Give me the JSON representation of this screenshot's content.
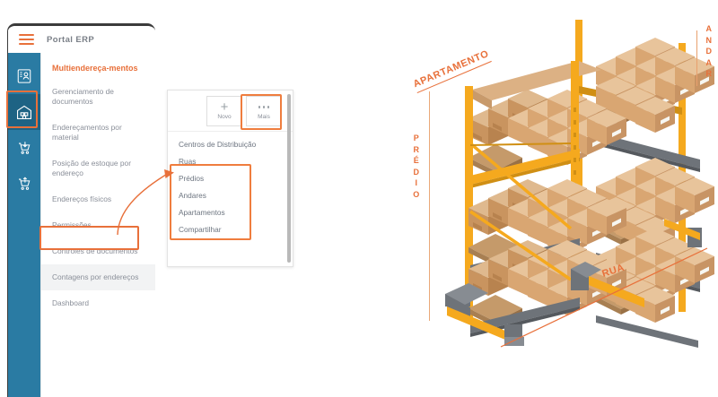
{
  "app": {
    "title": "Portal ERP",
    "menu_icon": "hamburger-icon",
    "rail": [
      {
        "icon": "document-person-icon",
        "name": "document-management",
        "active": false
      },
      {
        "icon": "warehouse-icon",
        "name": "warehouse",
        "active": true
      },
      {
        "icon": "cart-download-icon",
        "name": "inbound",
        "active": false
      },
      {
        "icon": "cart-upload-icon",
        "name": "outbound",
        "active": false
      }
    ],
    "sidebar": {
      "heading": "Multiendereça-mentos",
      "items": [
        {
          "label": "Gerenciamento de documentos",
          "state": "normal"
        },
        {
          "label": "Endereçamentos por material",
          "state": "normal"
        },
        {
          "label": "Posição de estoque por endereço",
          "state": "normal"
        },
        {
          "label": "Endereços físicos",
          "state": "highlighted"
        },
        {
          "label": "Permissões",
          "state": "normal"
        },
        {
          "label": "Controles de documentos",
          "state": "normal"
        },
        {
          "label": "Contagens por endereços",
          "state": "hovered"
        },
        {
          "label": "Dashboard",
          "state": "normal"
        }
      ]
    }
  },
  "panel": {
    "toolbar": {
      "new_label": "Novo",
      "new_icon": "plus-icon",
      "more_label": "Mais",
      "more_icon": "ellipsis-icon"
    },
    "menu_items": [
      {
        "label": "Centros de Distribuição",
        "highlighted": false
      },
      {
        "label": "Ruas",
        "highlighted": true
      },
      {
        "label": "Prédios",
        "highlighted": true
      },
      {
        "label": "Andares",
        "highlighted": true
      },
      {
        "label": "Apartamentos",
        "highlighted": true
      },
      {
        "label": "Compartilhar",
        "highlighted": false
      }
    ]
  },
  "illustration": {
    "name": "warehouse-rack-diagram",
    "labels": {
      "apartamento": "APARTAMENTO",
      "andar": "ANDAR",
      "predio": "PRÉDIO",
      "rua": "RUA"
    }
  },
  "colors": {
    "accent_orange": "#e8703a",
    "rail_blue": "#2a7ba3",
    "rail_blue_active": "#1e6384",
    "rack_yellow": "#f5a91e",
    "beam_gray": "#6e7379",
    "box_tan": "#e0b589",
    "box_tan_dark": "#c89464"
  }
}
